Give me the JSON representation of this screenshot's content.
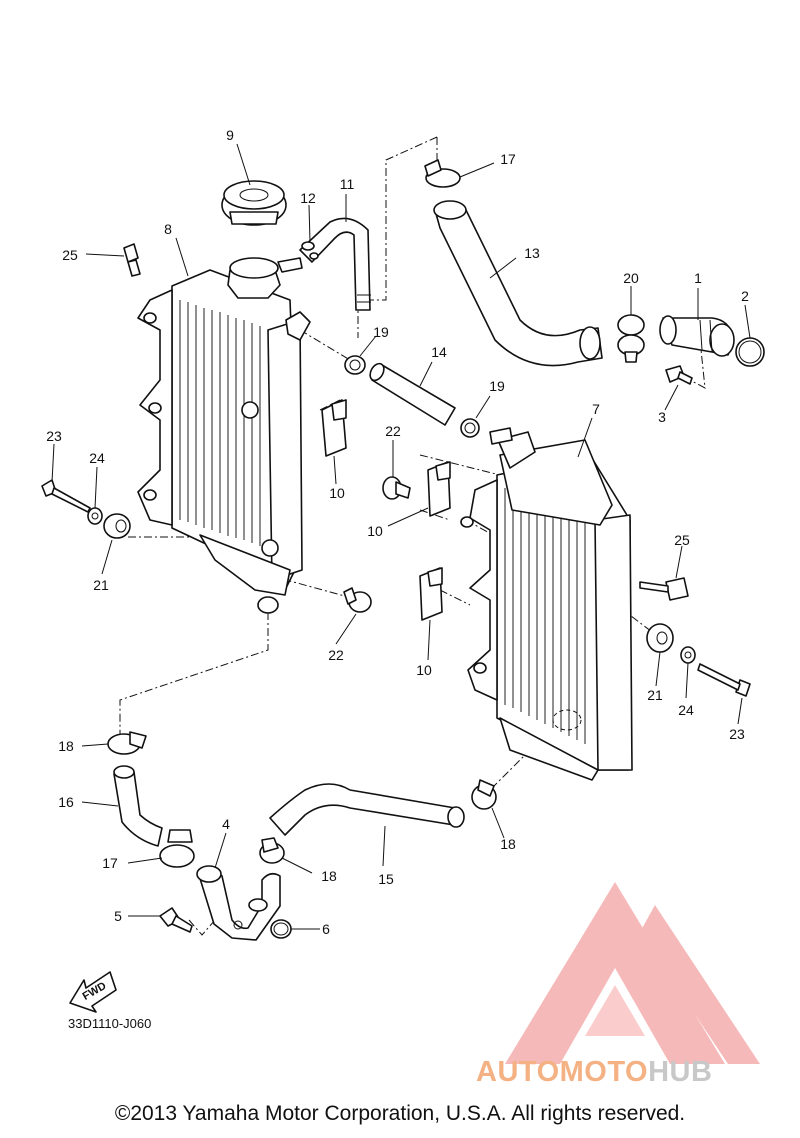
{
  "diagram": {
    "code": "33D1110-J060",
    "copyright": "©2013 Yamaha Motor Corporation, U.S.A. All rights reserved.",
    "fwd_label": "FWD"
  },
  "watermark": {
    "prefix": "AUTOMOTO",
    "suffix": "HUB",
    "colors": {
      "logo": "#f08080",
      "prefix": "#f4b183",
      "suffix": "#c8c8c8"
    }
  },
  "callouts": [
    {
      "id": "c1",
      "label": "1"
    },
    {
      "id": "c2",
      "label": "2"
    },
    {
      "id": "c3",
      "label": "3"
    },
    {
      "id": "c4",
      "label": "4"
    },
    {
      "id": "c5",
      "label": "5"
    },
    {
      "id": "c6",
      "label": "6"
    },
    {
      "id": "c7",
      "label": "7"
    },
    {
      "id": "c8",
      "label": "8"
    },
    {
      "id": "c9",
      "label": "9"
    },
    {
      "id": "c10a",
      "label": "10"
    },
    {
      "id": "c10b",
      "label": "10"
    },
    {
      "id": "c10c",
      "label": "10"
    },
    {
      "id": "c11",
      "label": "11"
    },
    {
      "id": "c12",
      "label": "12"
    },
    {
      "id": "c13",
      "label": "13"
    },
    {
      "id": "c14",
      "label": "14"
    },
    {
      "id": "c15",
      "label": "15"
    },
    {
      "id": "c16",
      "label": "16"
    },
    {
      "id": "c17a",
      "label": "17"
    },
    {
      "id": "c17b",
      "label": "17"
    },
    {
      "id": "c18a",
      "label": "18"
    },
    {
      "id": "c18b",
      "label": "18"
    },
    {
      "id": "c18c",
      "label": "18"
    },
    {
      "id": "c19a",
      "label": "19"
    },
    {
      "id": "c19b",
      "label": "19"
    },
    {
      "id": "c20",
      "label": "20"
    },
    {
      "id": "c21a",
      "label": "21"
    },
    {
      "id": "c21b",
      "label": "21"
    },
    {
      "id": "c22a",
      "label": "22"
    },
    {
      "id": "c22b",
      "label": "22"
    },
    {
      "id": "c23a",
      "label": "23"
    },
    {
      "id": "c23b",
      "label": "23"
    },
    {
      "id": "c24a",
      "label": "24"
    },
    {
      "id": "c24b",
      "label": "24"
    },
    {
      "id": "c25a",
      "label": "25"
    },
    {
      "id": "c25b",
      "label": "25"
    }
  ]
}
